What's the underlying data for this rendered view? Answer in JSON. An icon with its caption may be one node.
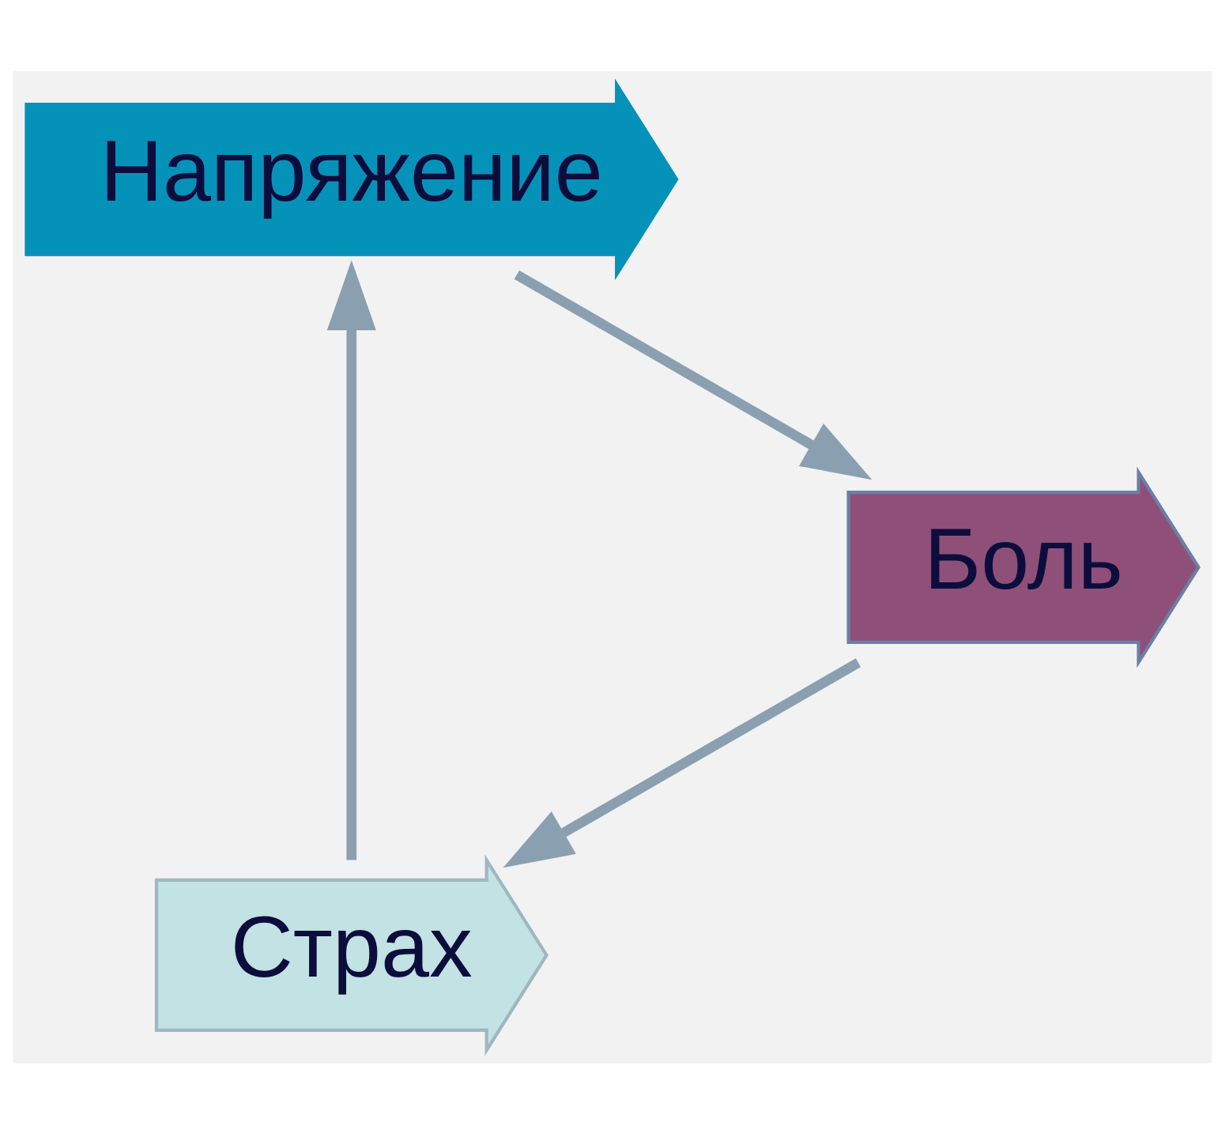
{
  "diagram": {
    "nodes": [
      {
        "text": [
          "Страх"
        ]
      },
      {
        "text": [
          "Напряжение"
        ]
      },
      {
        "text": [
          "Боль"
        ]
      }
    ],
    "edges": [
      {
        "from": 0,
        "to": 1,
        "arrow": "to"
      },
      {
        "from": 1,
        "to": 2,
        "arrow": "to"
      },
      {
        "from": 2,
        "to": 0,
        "arrow": "to"
      }
    ]
  }
}
